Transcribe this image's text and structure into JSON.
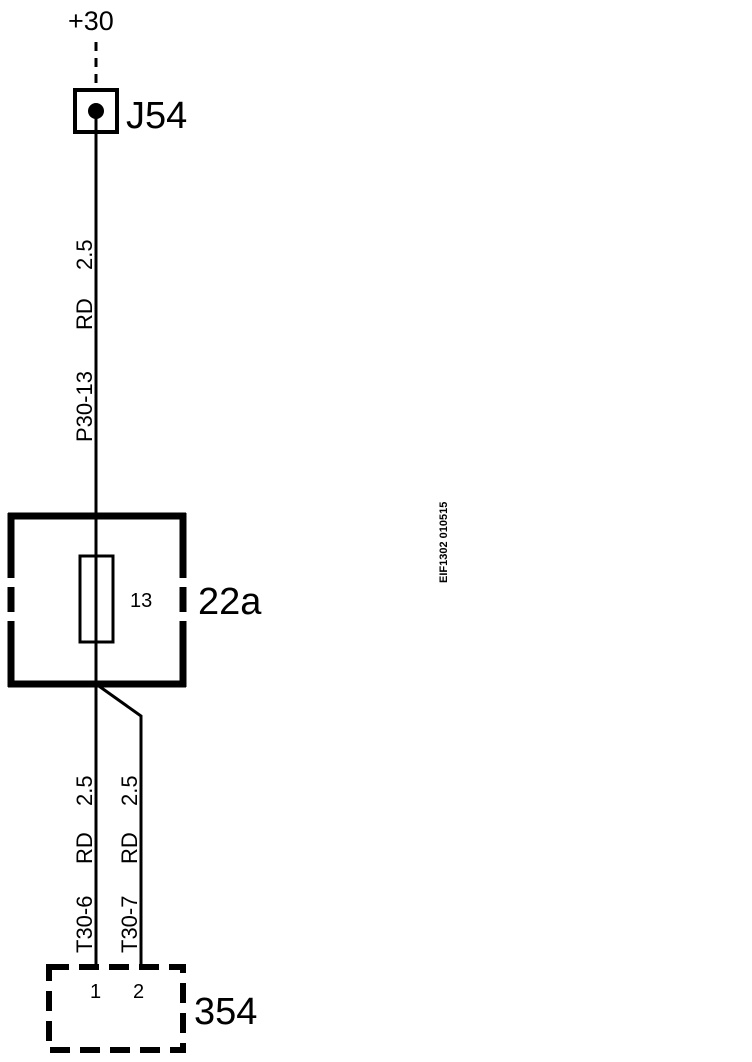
{
  "supply_label": "+30",
  "junction": {
    "label": "J54"
  },
  "wire_top": {
    "section": "2.5",
    "color": "RD",
    "code": "P30-13"
  },
  "fuse_box": {
    "label": "22a",
    "fuse_number": "13"
  },
  "wire_left": {
    "section": "2.5",
    "color": "RD",
    "code": "T30-6"
  },
  "wire_right": {
    "section": "2.5",
    "color": "RD",
    "code": "T30-7"
  },
  "connector": {
    "label": "354",
    "pin_1": "1",
    "pin_2": "2"
  },
  "drawing_code": "EIF1302  010515"
}
